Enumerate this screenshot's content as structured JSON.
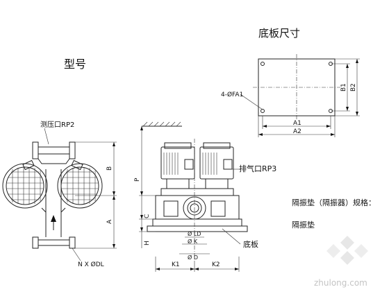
{
  "titles": {
    "model": "型号",
    "base_plate_size": "底板尺寸"
  },
  "front_view": {
    "pressure_port": "测压口RP2",
    "bolt_holes": "N X ØDL",
    "dim_B": "B",
    "dim_A": "A"
  },
  "side_view": {
    "exhaust_port": "排气口RP3",
    "base_plate": "底板",
    "dim_P": "P",
    "dim_C": "C",
    "dim_H": "H",
    "dim_LD": "Ø LD",
    "dim_K": "Ø K",
    "dim_D": "Ø D",
    "dim_K1": "K1",
    "dim_K2": "K2"
  },
  "base_plate": {
    "holes": "4-ØFA1",
    "dim_A1": "A1",
    "dim_A2": "A2",
    "dim_B1": "B1",
    "dim_B2": "B2"
  },
  "isolator": {
    "spec_label": "隔振垫（隔振器）规格：",
    "spec_value": "隔振垫"
  },
  "watermark": "zhulong.com"
}
